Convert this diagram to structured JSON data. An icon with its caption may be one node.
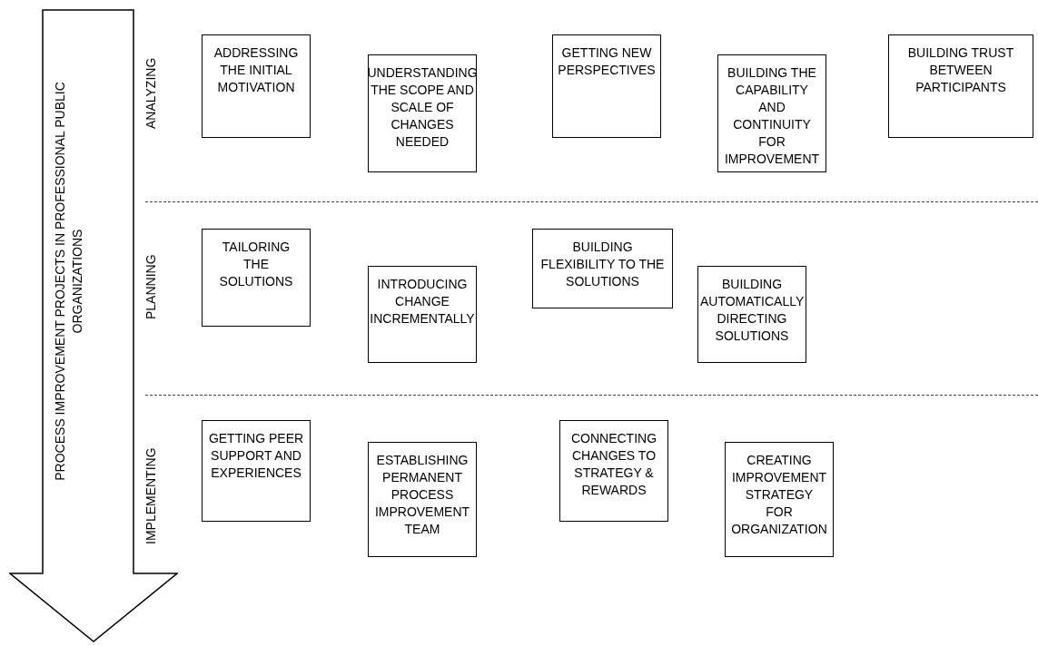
{
  "diagram": {
    "nodes": [
      {
        "text": [
          "PROCESS IMPROVEMENT PROJECTS IN PROFESSIONAL PUBLIC ORGANIZATIONS"
        ]
      },
      {
        "text": [
          "ADDRESSING THE INITIAL MOTIVATION"
        ]
      },
      {
        "text": [
          "UNDERSTANDING THE SCOPE AND SCALE OF CHANGES NEEDED"
        ]
      },
      {
        "text": [
          "GETTING NEW PERSPECTIVES"
        ]
      },
      {
        "text": [
          "BUILDING THE CAPABILITY AND CONTINUITY FOR IMPROVEMENT"
        ]
      },
      {
        "text": [
          "BUILDING TRUST BETWEEN PARTICIPANTS"
        ]
      },
      {
        "text": [
          "TAILORING THE SOLUTIONS"
        ]
      },
      {
        "text": [
          "INTRODUCING CHANGE INCREMENTALLY"
        ]
      },
      {
        "text": [
          "BUILDING FLEXIBILITY TO THE SOLUTIONS"
        ]
      },
      {
        "text": [
          "BUILDING AUTOMATICALLY DIRECTING SOLUTIONS"
        ]
      },
      {
        "text": [
          "GETTING PEER SUPPORT AND EXPERIENCES"
        ]
      },
      {
        "text": [
          "ESTABLISHING PERMANENT PROCESS IMPROVEMENT TEAM"
        ]
      },
      {
        "text": [
          "CONNECTING CHANGES TO STRATEGY & REWARDS"
        ]
      },
      {
        "text": [
          "CREATING IMPROVEMENT STRATEGY FOR ORGANIZATION"
        ]
      }
    ],
    "edges": [],
    "labels": [
      "ANALYZING",
      "PLANNING",
      "IMPLEMENTING"
    ]
  }
}
